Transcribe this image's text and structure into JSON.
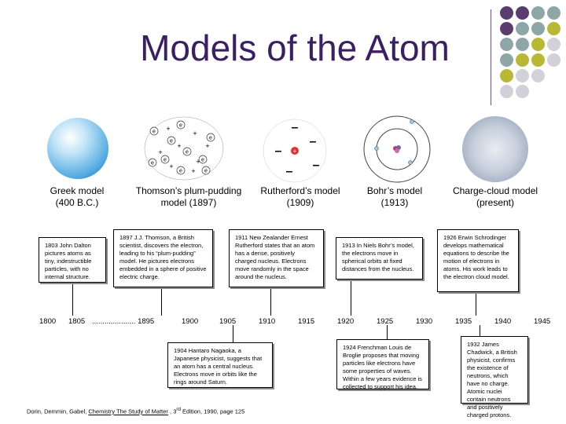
{
  "slide": {
    "title": "Models of the Atom",
    "dot_colors": [
      "#5a3d6e",
      "#8fa6a6",
      "#b9b835",
      "#d2d0d8"
    ]
  },
  "models": [
    {
      "name": "Greek model",
      "date": "(400 B.C.)"
    },
    {
      "name": "Thomson’s plum-pudding",
      "date": "model   (1897)"
    },
    {
      "name": "Rutherford’s model",
      "date": "(1909)"
    },
    {
      "name": "Bohr’s model",
      "date": "(1913)"
    },
    {
      "name": "Charge-cloud model",
      "date": "(present)"
    }
  ],
  "plum_pudding": {
    "electron_symbol": "e",
    "proton_symbol": "+"
  },
  "rutherford": {
    "electron_symbol": "–",
    "nucleus_symbol": "+"
  },
  "events_above": [
    {
      "text": "1803  John Dalton pictures atoms as tiny, indestructible particles, with no internal structure."
    },
    {
      "text": "1897 J.J. Thomson, a British scientist, discovers the electron, leading to his “plum-pudding” model.  He pictures electrons embedded in a sphere of positive electric charge."
    },
    {
      "text": "1911 New Zealander Ernest Rutherford states that an atom has a dense, positively charged nucleus. Electrons move randomly in the space around the nucleus."
    },
    {
      "text": "1913  In Niels Bohr’s model, the electrons move in spherical orbits at fixed distances from the nucleus."
    },
    {
      "text": "1926  Erwin Schrodinger develops mathematical equations to describe the motion of electrons in atoms.  His work leads to the electron cloud model."
    }
  ],
  "events_below": [
    {
      "text": "1904 Hantaro Nagaoka, a Japanese physicist, suggests that an atom has a central nucleus.  Electrons move in orbits like the rings around Saturn."
    },
    {
      "text": "1924 Frenchman Louis de Broglie proposes that moving particles like electrons have some properties of waves.  Within a few years evidence is collected to support his idea."
    },
    {
      "text": "1932 James Chadwick, a British physicist, confirms the existence of neutrons, which have no charge.  Atomic nuclei contain neutrons and positively charged protons."
    }
  ],
  "timeline": {
    "years": [
      "1800",
      "1805",
      "..................... 1895",
      "1900",
      "1905",
      "1910",
      "1915",
      "1920",
      "1925",
      "1930",
      "1935",
      "1940",
      "1945"
    ]
  },
  "citation": {
    "prefix": "Dorin, Demmin, Gabel, ",
    "book": "Chemistry The Study of Matter",
    "edition_pre": " , 3",
    "edition_sup": "rd",
    "suffix": " Edition, 1990, page 125"
  }
}
